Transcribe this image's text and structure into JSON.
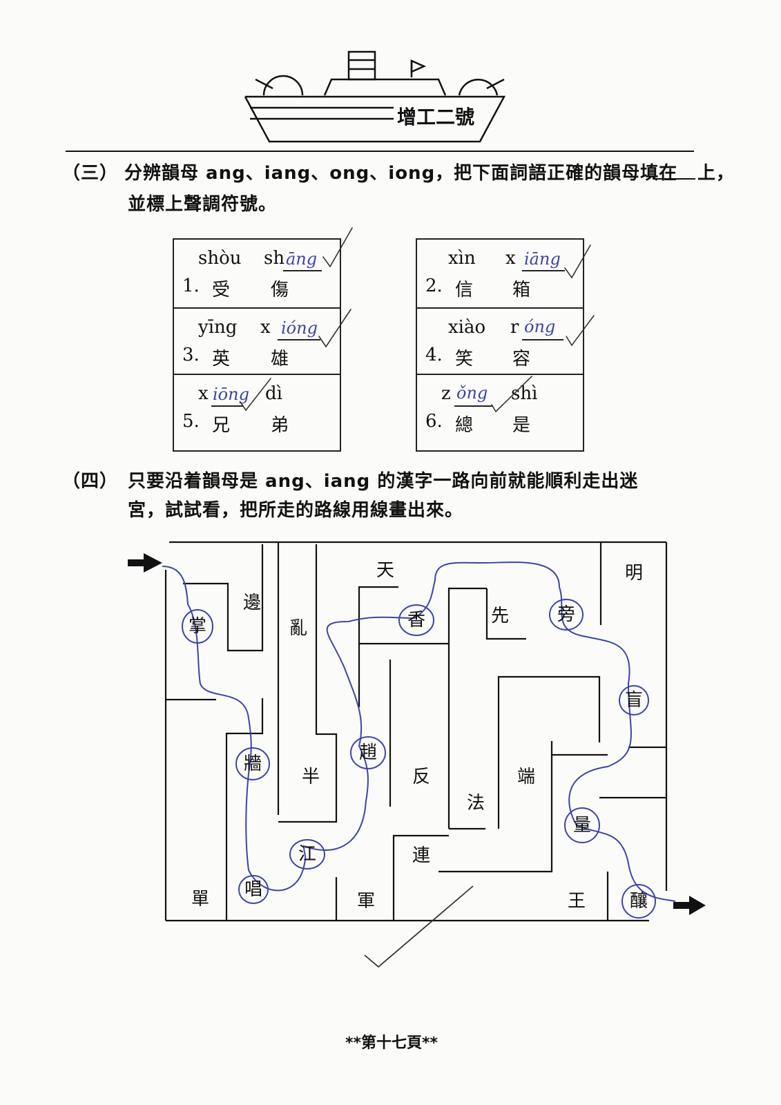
{
  "logo": {
    "boat_name": "增工二號"
  },
  "section3": {
    "number": "（三）",
    "line1": "分辨韻母 ang、iang、ong、iong，把下面詞語正確的韻母填在",
    "line1_end": "上，",
    "line2": "並標上聲調符號。",
    "items": [
      {
        "num": "1.",
        "py1": "shòu",
        "py2_prefix": "sh",
        "answer": "āng",
        "w1": "受",
        "w2": "傷"
      },
      {
        "num": "2.",
        "py1": "xìn",
        "py2_prefix": "x",
        "answer": "iāng",
        "w1": "信",
        "w2": "箱"
      },
      {
        "num": "3.",
        "py1": "yīng",
        "py2_prefix": "x",
        "answer": "ióng",
        "w1": "英",
        "w2": "雄"
      },
      {
        "num": "4.",
        "py1": "xiào",
        "py2_prefix": "r",
        "answer": "óng",
        "w1": "笑",
        "w2": "容"
      },
      {
        "num": "5.",
        "py1_prefix": "x",
        "answer": "iōng",
        "py2": "dì",
        "w1": "兄",
        "w2": "弟"
      },
      {
        "num": "6.",
        "py1_prefix": "z",
        "answer": "ǒng",
        "py2": "shì",
        "w1": "總",
        "w2": "是"
      }
    ]
  },
  "section4": {
    "number": "（四）",
    "line1": "只要沿着韻母是 ang、iang 的漢字一路向前就能順利走出迷",
    "line2": "宮，試試看，把所走的路線用線畫出來。"
  },
  "maze": {
    "chars": {
      "c1": "邊",
      "c2": "掌",
      "c3": "亂",
      "c4": "天",
      "c5": "香",
      "c6": "先",
      "c7": "旁",
      "c8": "明",
      "c9": "盲",
      "c10": "牆",
      "c11": "半",
      "c12": "趙",
      "c13": "反",
      "c14": "端",
      "c15": "法",
      "c16": "量",
      "c17": "江",
      "c18": "連",
      "c19": "單",
      "c20": "唱",
      "c21": "軍",
      "c22": "王",
      "c23": "釀"
    }
  },
  "footer": {
    "page": "**第十七頁**"
  },
  "colors": {
    "ink": "#111111",
    "pen": "#3b44a8"
  }
}
